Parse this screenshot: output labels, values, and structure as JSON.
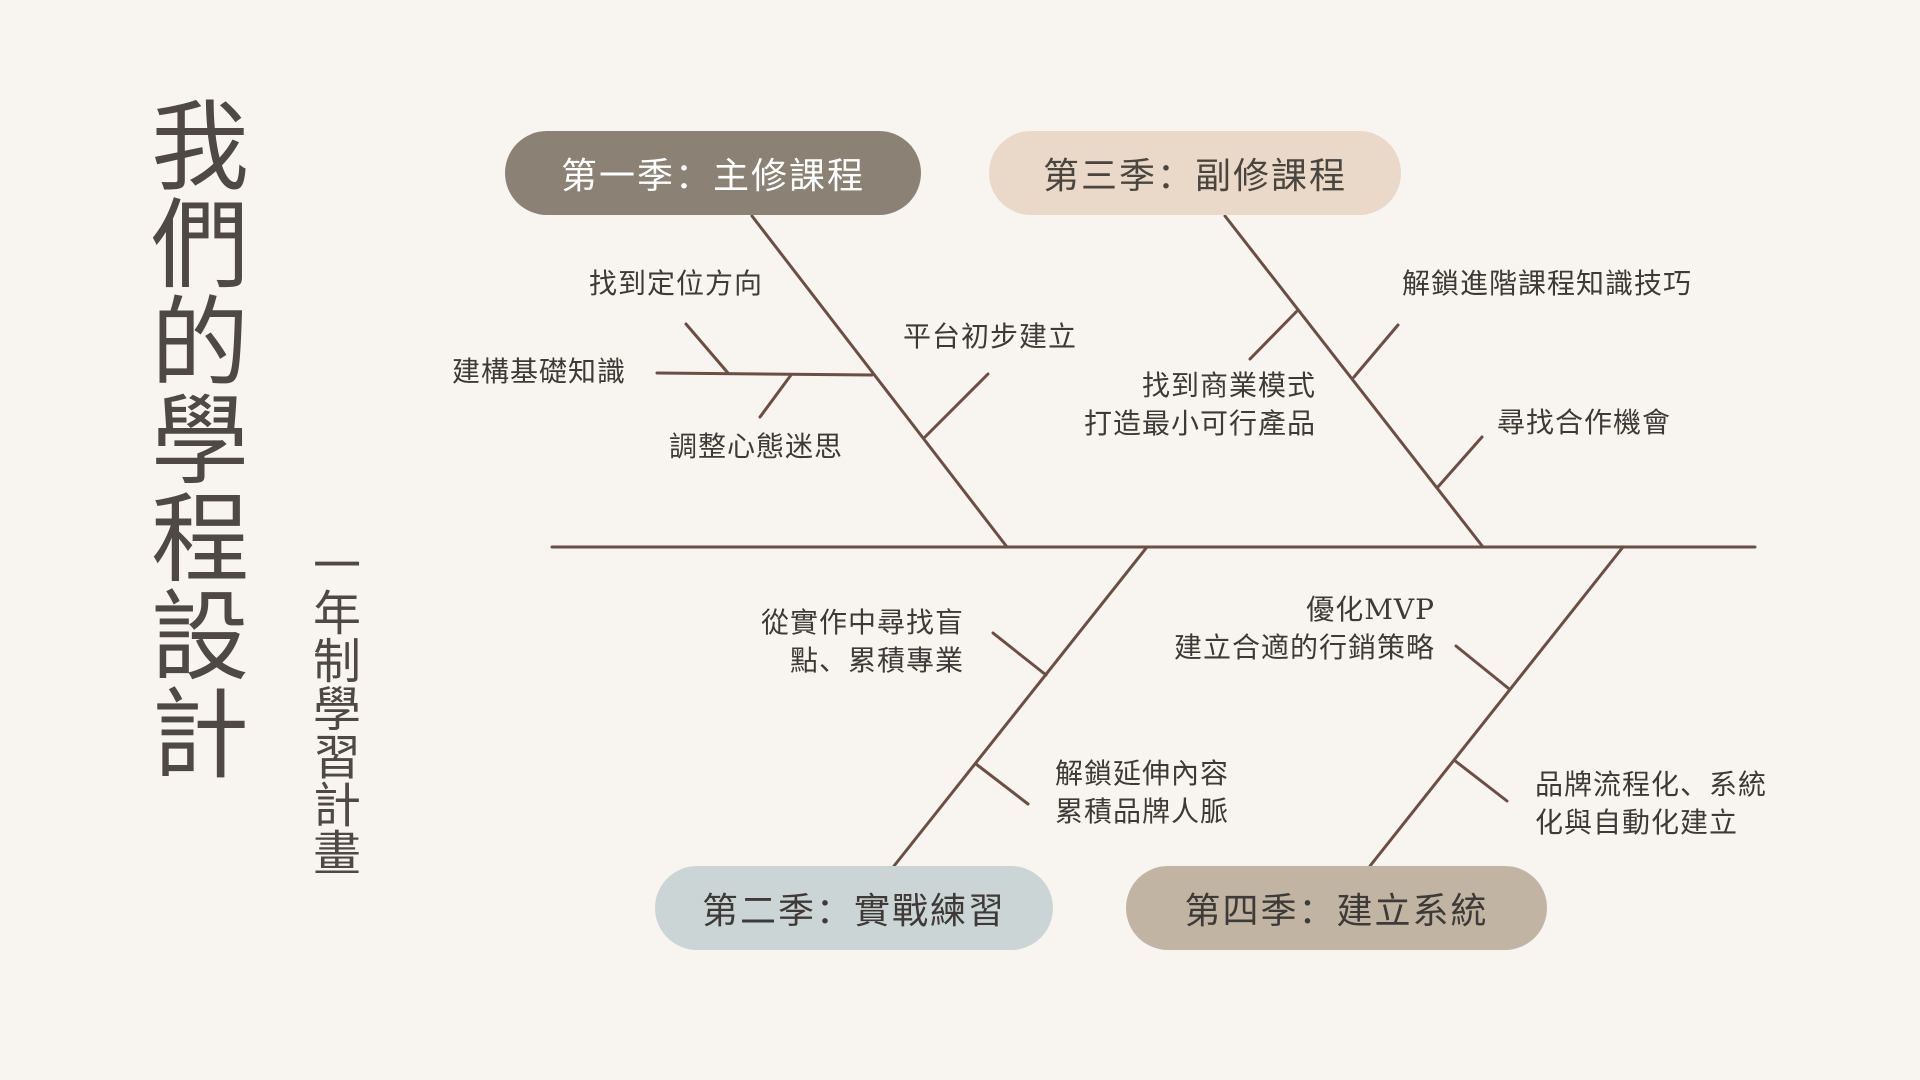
{
  "title": "我們的學程設計",
  "subtitle": "一年制學習計畫",
  "colors": {
    "background": "#f8f4f0",
    "spine": "#6b4e45",
    "q1": "#8b8174",
    "q2": "#ccd5d6",
    "q3": "#ead9c8",
    "q4": "#c2b4a3"
  },
  "quarters": {
    "q1": {
      "label": "第一季：主修課程"
    },
    "q2": {
      "label": "第二季：實戰練習"
    },
    "q3": {
      "label": "第三季：副修課程"
    },
    "q4": {
      "label": "第四季：建立系統"
    }
  },
  "branches": {
    "q1_direction": {
      "lines": [
        "找到定位方向"
      ]
    },
    "q1_foundation": {
      "lines": [
        "建構基礎知識"
      ]
    },
    "q1_mindset": {
      "lines": [
        "調整心態迷思"
      ]
    },
    "q1_platform": {
      "lines": [
        "平台初步建立"
      ]
    },
    "q3_business": {
      "lines": [
        "找到商業模式",
        "打造最小可行產品"
      ]
    },
    "q3_advanced": {
      "lines": [
        "解鎖進階課程知識技巧"
      ]
    },
    "q3_partner": {
      "lines": [
        "尋找合作機會"
      ]
    },
    "q2_practice": {
      "lines": [
        "從實作中尋找盲",
        "點、累積專業"
      ]
    },
    "q2_extend": {
      "lines": [
        "解鎖延伸內容",
        "累積品牌人脈"
      ]
    },
    "q4_mvp": {
      "lines": [
        "優化MVP",
        "建立合適的行銷策略"
      ]
    },
    "q4_system": {
      "lines": [
        "品牌流程化、系統",
        "化與自動化建立"
      ]
    }
  }
}
